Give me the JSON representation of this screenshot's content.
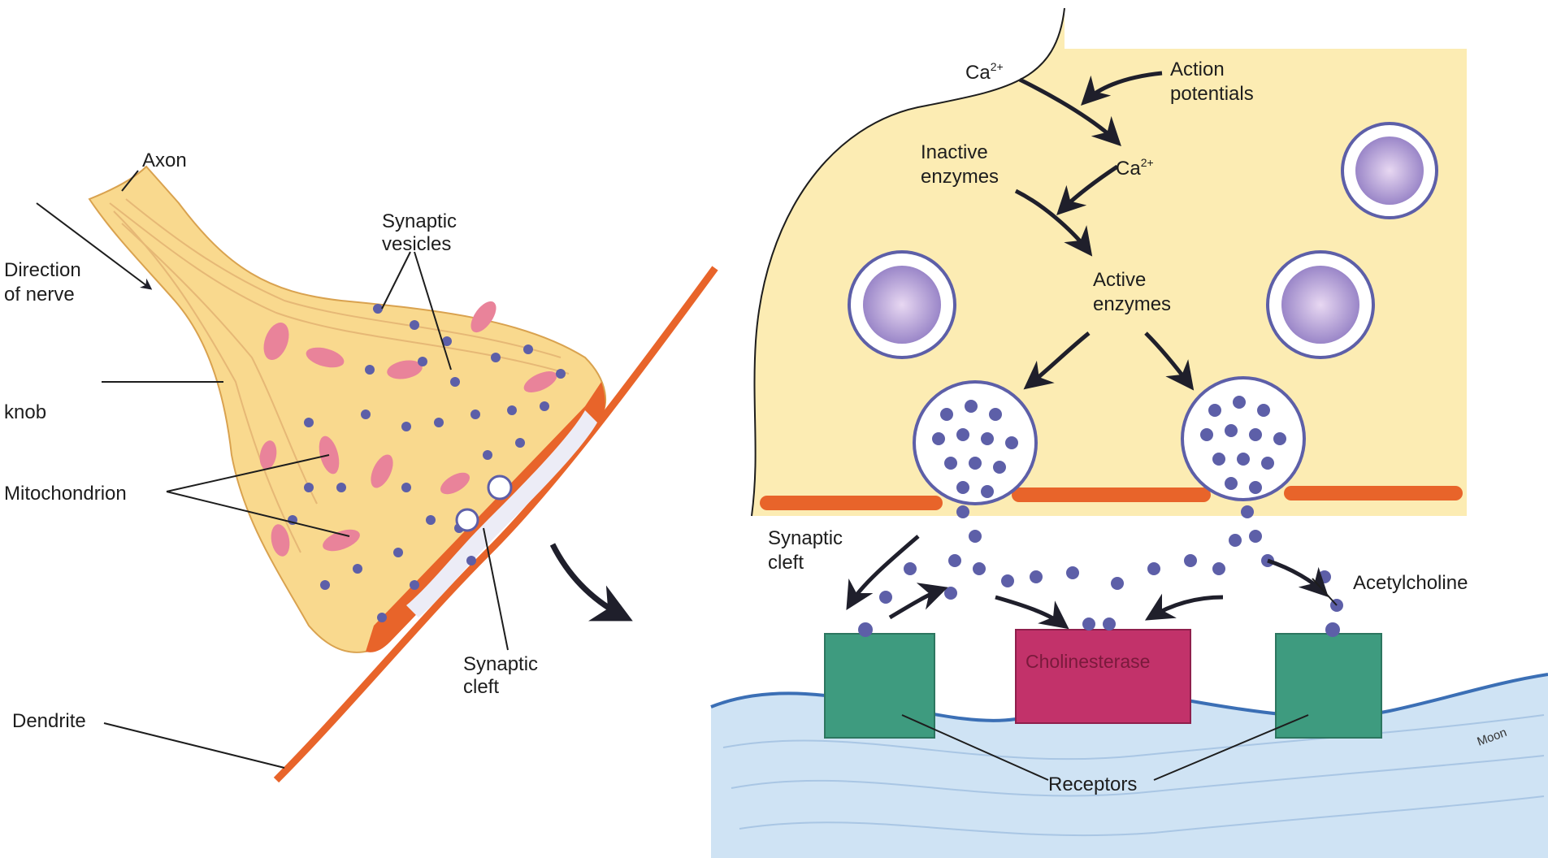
{
  "left_panel": {
    "labels": {
      "axon": "Axon",
      "direction_line1": "Direction",
      "direction_line2": "of nerve",
      "knob": "knob",
      "vesicles_line1": "Synaptic",
      "vesicles_line2": "vesicles",
      "mitochondrion": "Mitochondrion",
      "cleft_line1": "Synaptic",
      "cleft_line2": "cleft",
      "dendrite": "Dendrite"
    }
  },
  "right_panel": {
    "labels": {
      "ca_top_base": "Ca",
      "ca_top_sup": "2+",
      "action_line1": "Action",
      "action_line2": "potentials",
      "inactive_line1": "Inactive",
      "inactive_line2": "enzymes",
      "ca_mid_base": "Ca",
      "ca_mid_sup": "2+",
      "active_line1": "Active",
      "active_line2": "enzymes",
      "cleft_line1": "Synaptic",
      "cleft_line2": "cleft",
      "acetylcholine": "Acetylcholine",
      "cholinesterase": "Cholinesterase",
      "receptors": "Receptors",
      "signature": "Moon"
    }
  },
  "colors": {
    "cytoplasm": "#fbe9a6",
    "knob_fill": "#f9d98e",
    "membrane": "#e8642a",
    "vesicle": "#5d5fa8",
    "mitochondria": "#e9839a",
    "receptor": "#3e9b7f",
    "cholinesterase": "#c2326a",
    "postsynaptic": "#cfe3f4",
    "arrow": "#1f1f2b"
  }
}
